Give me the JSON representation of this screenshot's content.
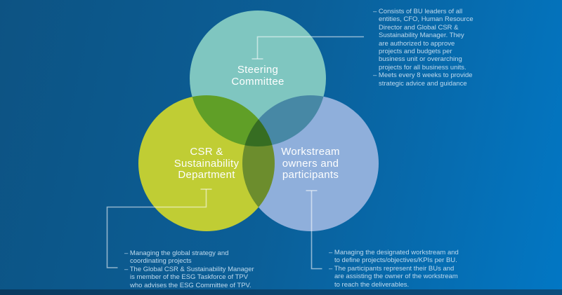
{
  "background": {
    "gradient_left": "#0d5383",
    "gradient_mid": "#0b5f98",
    "gradient_right": "#0277c4",
    "bottom_bar_left": "#093a5f",
    "bottom_bar_right": "#0c4d7d"
  },
  "connector_color": "rgba(255,255,255,0.55)",
  "venn": {
    "circles": [
      {
        "id": "steering",
        "color": "#7fc6c0",
        "label_lines": [
          "Steering",
          "Committee"
        ]
      },
      {
        "id": "csr",
        "color": "#c0cd34",
        "label_lines": [
          "CSR &",
          "Sustainability",
          "Department"
        ]
      },
      {
        "id": "workstream",
        "color": "#8fafdb",
        "label_lines": [
          "Workstream",
          "owners and",
          "participants"
        ]
      }
    ]
  },
  "callouts": {
    "steering": {
      "lines": [
        "– Consists of BU leaders of all",
        "entities, CFO, Human Resource",
        "Director and Global CSR &",
        "Sustainability Manager. They",
        "are authorized to approve",
        "projects and budgets per",
        "business unit or overarching",
        "projects for all business units.",
        "– Meets every 8 weeks to provide",
        "strategic advice and guidance"
      ]
    },
    "csr": {
      "lines": [
        "– Managing the global strategy and",
        "coordinating projects",
        "– The Global CSR & Sustainability Manager",
        "is member of the ESG Taskforce of TPV",
        "who advises the ESG Committee of TPV."
      ]
    },
    "workstream": {
      "lines": [
        "– Managing the designated workstream and",
        "to define projects/objectives/KPIs per BU.",
        "– The participants represent their BUs and",
        "are assisting the owner of the workstream",
        "to reach the deliverables."
      ]
    }
  }
}
